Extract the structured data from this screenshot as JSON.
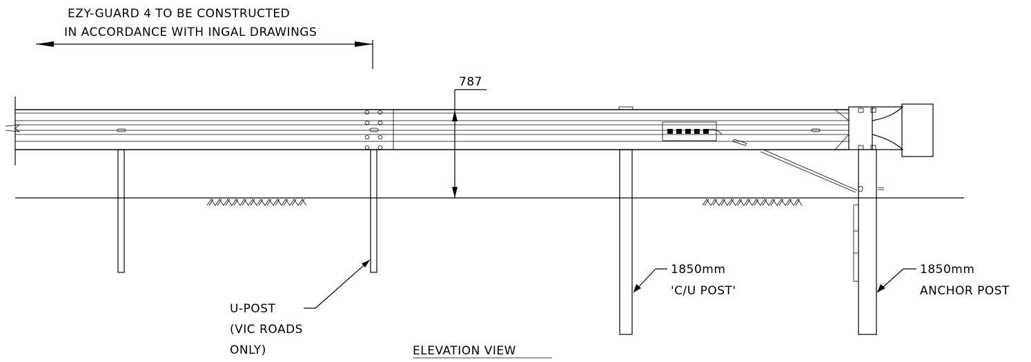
{
  "drawing": {
    "note_line1": "EZY-GUARD 4 TO BE CONSTRUCTED",
    "note_line2": "IN ACCORDANCE WITH INGAL DRAWINGS",
    "dimension_value": "787",
    "title": "ELEVATION VIEW",
    "labels": {
      "upost_line1": "U-POST",
      "upost_line2": "(VIC ROADS",
      "upost_line3": "ONLY)",
      "cu_post_line1": "1850mm",
      "cu_post_line2": "'C/U POST'",
      "anchor_post_line1": "1850mm",
      "anchor_post_line2": "ANCHOR POST"
    }
  }
}
